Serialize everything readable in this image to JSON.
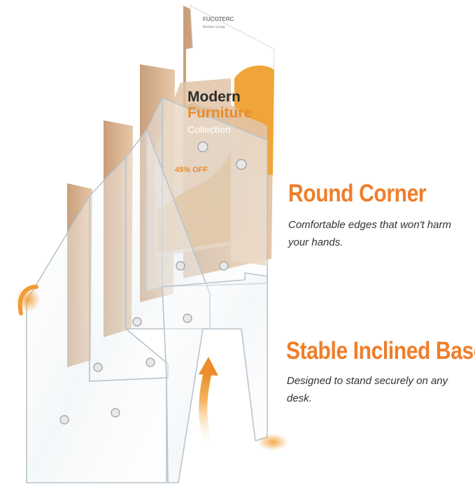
{
  "brochure": {
    "brand": "FUCOTERC",
    "brand_tagline": "Modern Living",
    "heading_line1": "Modern",
    "heading_line2": "Furniture",
    "subheading": "Collection",
    "offer": "45% OFF"
  },
  "features": [
    {
      "title": "Round Corner",
      "description": "Comfortable edges that won't harm your hands."
    },
    {
      "title": "Stable Inclined Base",
      "description": "Designed to stand securely on any desk."
    }
  ],
  "colors": {
    "accent": "#ef7e2b",
    "text": "#333333",
    "brochure_orange": "#f0a53a",
    "brochure_tan": "#d9b48f"
  }
}
